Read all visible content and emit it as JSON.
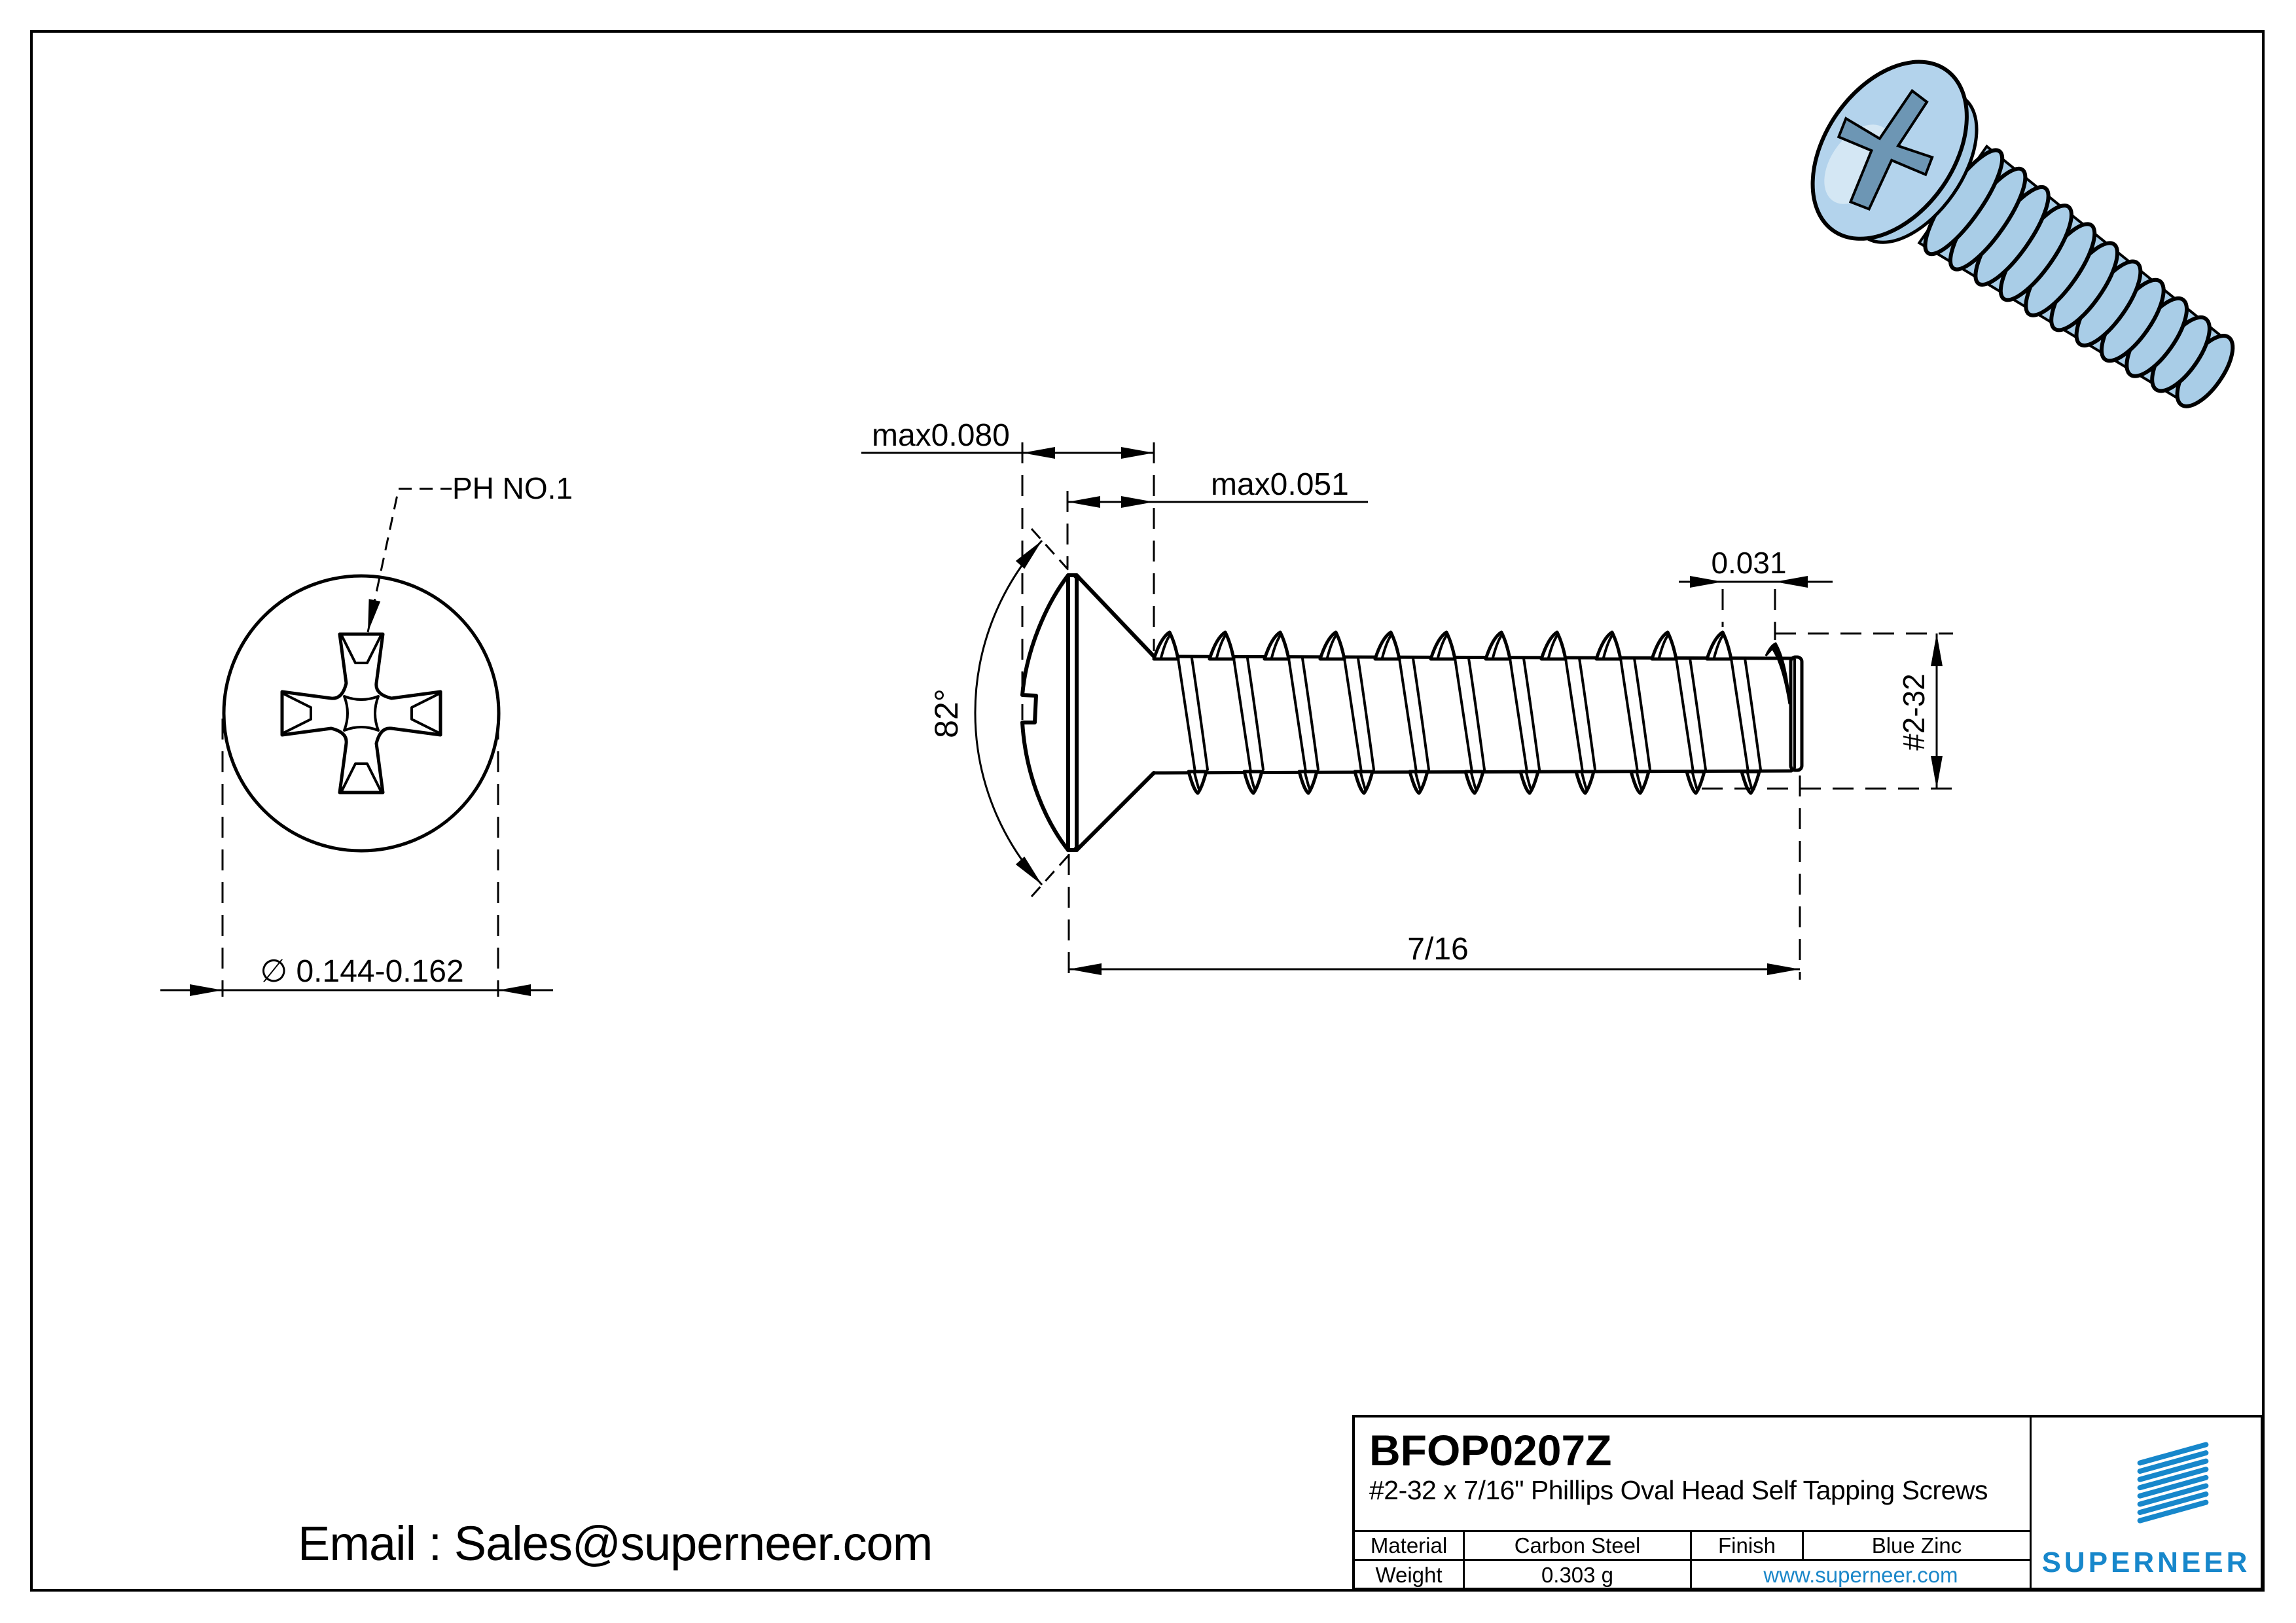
{
  "colors": {
    "line": "#000000",
    "screw_body": "#a9cde7",
    "screw_face": "#b3d3ec",
    "screw_shade": "#7fa9c8",
    "screw_recess": "#6d96b4",
    "brand_blue": "#1787cb",
    "link_blue": "#1b87c9"
  },
  "left_view": {
    "drive_label": "PH NO.1",
    "head_diameter_label": "∅ 0.144-0.162"
  },
  "side_view": {
    "head_height_label": "max0.080",
    "head_top_label": "max0.051",
    "end_pitch_label": "0.031",
    "head_angle_label": "82°",
    "thread_size_label": "#2-32",
    "length_label": "7/16"
  },
  "footer": {
    "email": "Email : Sales@superneer.com"
  },
  "title_block": {
    "part_number": "BFOP0207Z",
    "description": "#2-32 x 7/16\" Phillips Oval Head Self Tapping Screws",
    "material_label": "Material",
    "material_value": "Carbon Steel",
    "finish_label": "Finish",
    "finish_value": "Blue Zinc",
    "weight_label": "Weight",
    "weight_value": "0.303 g",
    "website": "www.superneer.com",
    "brand": "SUPERNEER"
  }
}
